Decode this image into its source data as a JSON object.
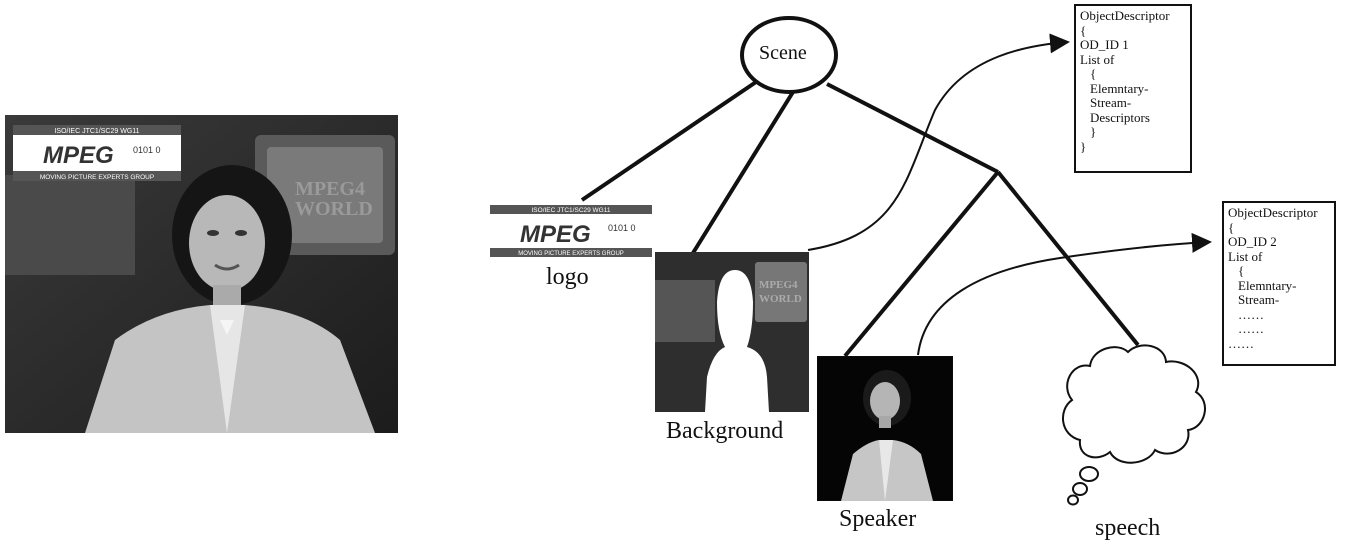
{
  "diagram": {
    "scene_label": "Scene",
    "logo_label": "logo",
    "background_label": "Background",
    "speaker_label": "Speaker",
    "speech_label": "speech",
    "logo_graphic": {
      "top_text": "ISO/IEC JTC1/SC29 WG11",
      "brand": "MPEG",
      "digits": "0101 0",
      "bottom_text": "MOVING PICTURE EXPERTS GROUP"
    },
    "monitor_text": [
      "MPEG4",
      "WORLD"
    ],
    "descriptor_1": {
      "lines": [
        "ObjectDescriptor",
        "{",
        "OD_ID 1",
        "List of",
        "{",
        "Elemntary-",
        "Stream-",
        "Descriptors",
        "}",
        "}"
      ]
    },
    "descriptor_2": {
      "lines": [
        "ObjectDescriptor",
        "{",
        "OD_ID 2",
        "List of",
        "{",
        "Elemntary-",
        "Stream-",
        "……",
        "……",
        "……"
      ]
    }
  },
  "colors": {
    "stroke": "#111111",
    "photo_dark": "#2a2a2a",
    "photo_mid": "#6e6e6e",
    "jacket": "#c9c9c9"
  }
}
